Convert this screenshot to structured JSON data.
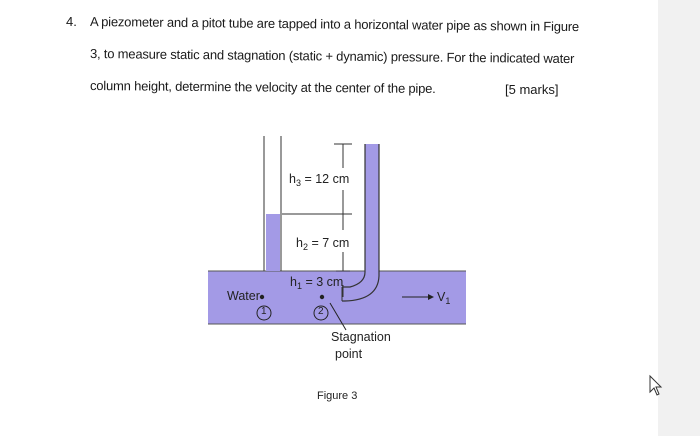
{
  "question": {
    "number": "4.",
    "line1": "A piezometer and a pitot tube are tapped into a horizontal water pipe as shown in Figure",
    "line2": "3, to measure static and stagnation (static + dynamic) pressure. For the indicated water",
    "line3": "column height, determine the velocity at the center of the pipe.",
    "marks": "[5 marks]"
  },
  "figure": {
    "h3": {
      "letter": "h",
      "sub": "3",
      "rest": "= 12 cm"
    },
    "h2": {
      "letter": "h",
      "sub": "2",
      "rest": "= 7 cm"
    },
    "h1": {
      "letter": "h",
      "sub": "1",
      "rest": "= 3 cm"
    },
    "water_label": "Water",
    "point1": "1",
    "point2": "2",
    "v_letter": "V",
    "v_sub": "1",
    "stagnation_line1": "Stagnation",
    "stagnation_line2": "point",
    "caption": "Figure 3",
    "water_color": "#a39ae6",
    "water_dark": "#8f85de"
  }
}
